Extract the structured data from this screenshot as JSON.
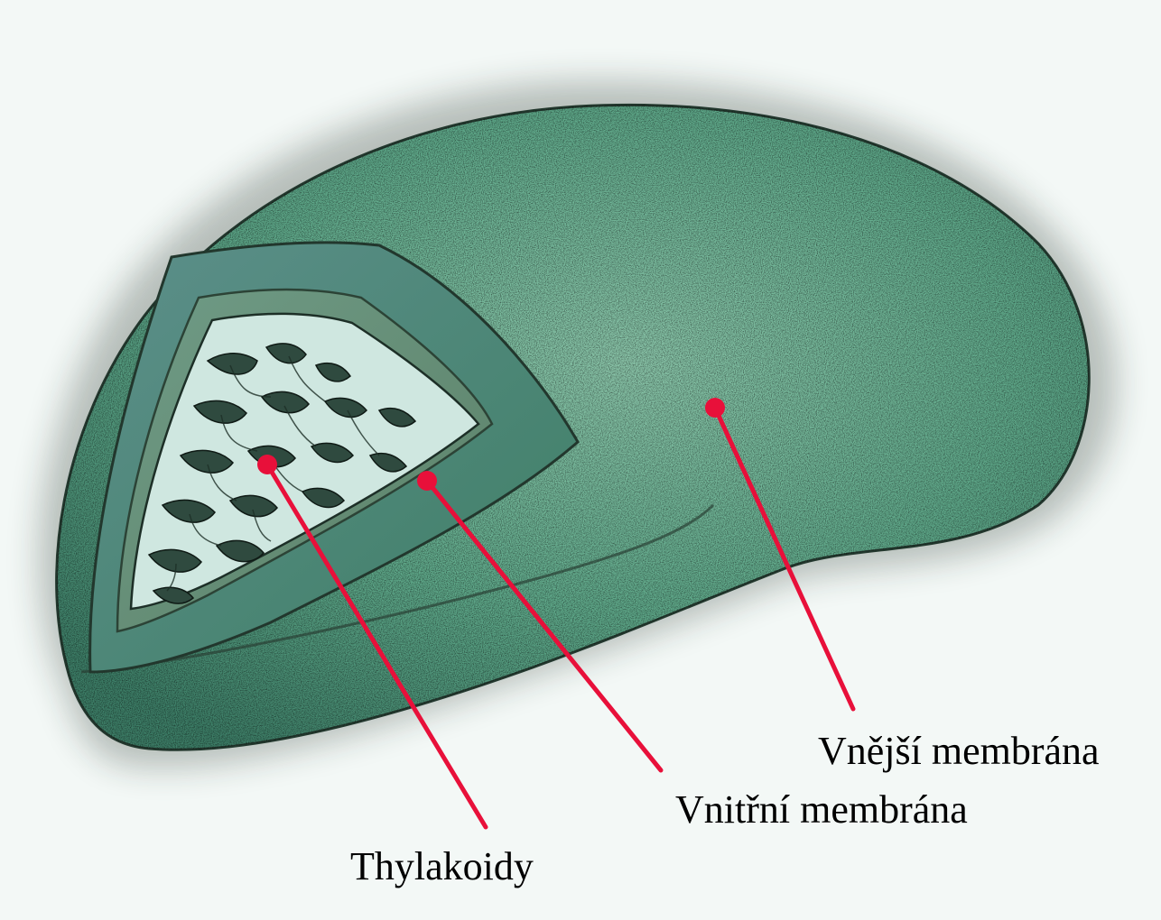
{
  "labels": {
    "outer_membrane": "Vnější membrána",
    "inner_membrane": "Vnitřní membrána",
    "thylakoids": "Thylakoidy"
  },
  "colors": {
    "background": "#f3f8f6",
    "body_green": "#5fa98a",
    "inner_green": "#4f8f78",
    "intermembrane": "#6c9a7c",
    "stroma": "#cfe7e0",
    "thylakoid": "#2f4a3f",
    "pointer": "#e8103a",
    "stipple": "#111111"
  },
  "icons": {
    "pointer": "pointer-dot-icon"
  }
}
